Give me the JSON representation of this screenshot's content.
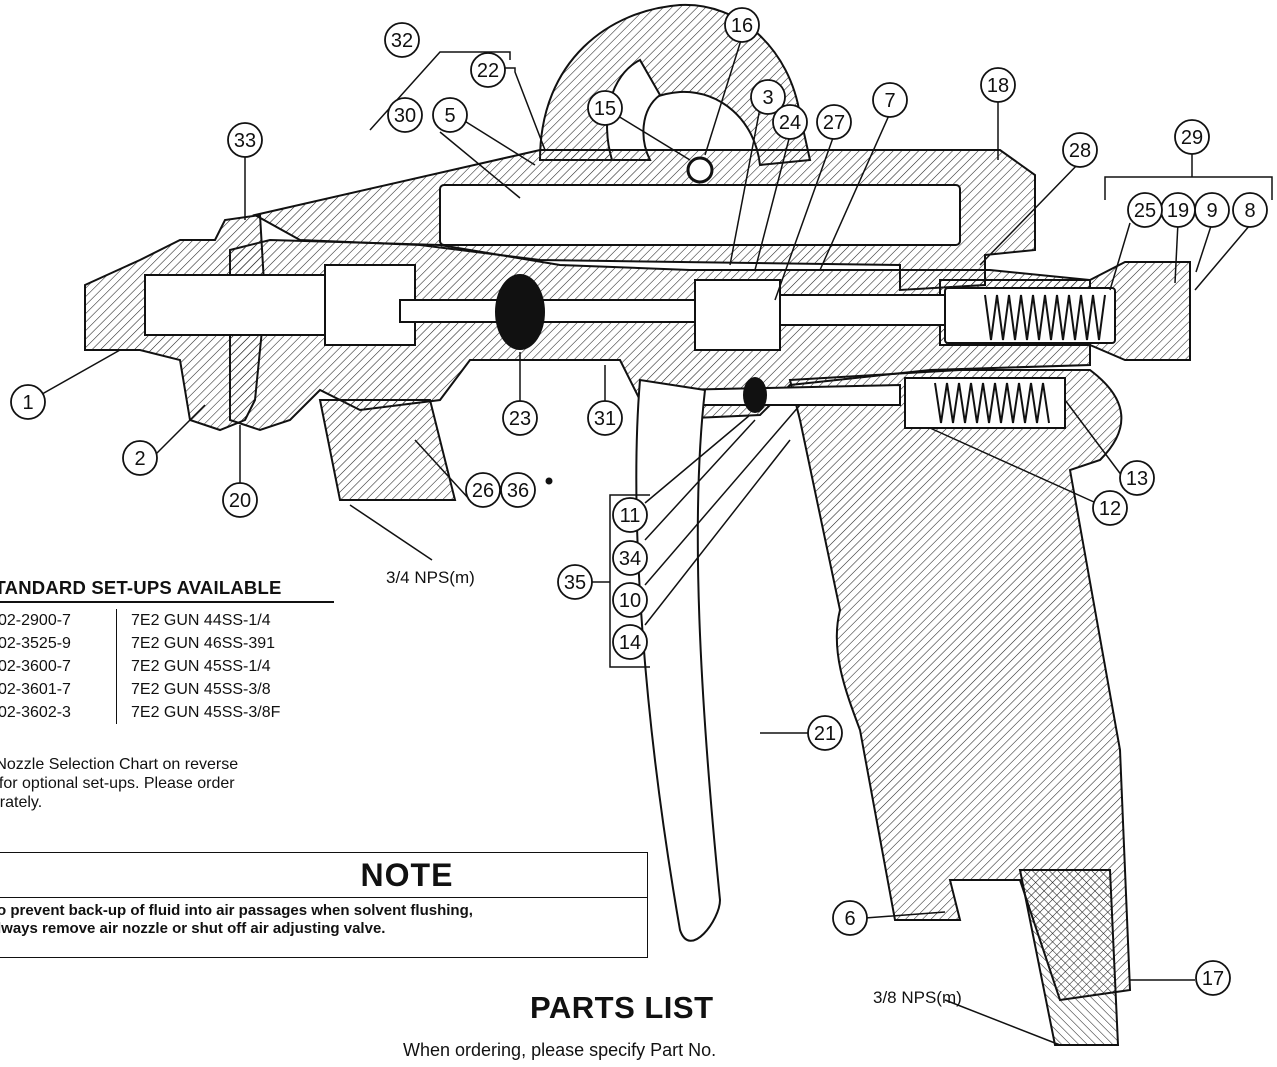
{
  "callouts": [
    "1",
    "2",
    "3",
    "5",
    "6",
    "7",
    "8",
    "9",
    "10",
    "11",
    "12",
    "13",
    "14",
    "15",
    "16",
    "17",
    "18",
    "19",
    "20",
    "21",
    "22",
    "23",
    "24",
    "25",
    "26",
    "27",
    "28",
    "29",
    "30",
    "31",
    "32",
    "33",
    "34",
    "35",
    "36"
  ],
  "thread_labels": {
    "air_inlet": "3/4 NPS(m)",
    "fluid_inlet": "3/8 NPS(m)"
  },
  "setups": {
    "title": "STANDARD SET-UPS AVAILABLE",
    "rows": [
      {
        "part_no": "02-2900-7",
        "description": "7E2 GUN 44SS-1/4"
      },
      {
        "part_no": "02-3525-9",
        "description": "7E2 GUN 46SS-391"
      },
      {
        "part_no": "02-3600-7",
        "description": "7E2 GUN 45SS-1/4"
      },
      {
        "part_no": "02-3601-7",
        "description": "7E2 GUN 45SS-3/8"
      },
      {
        "part_no": "02-3602-3",
        "description": "7E2 GUN 45SS-3/8F"
      }
    ],
    "note_lines": [
      "e Nozzle Selection Chart on reverse",
      "le for optional set-ups. Please order",
      "parately."
    ]
  },
  "note": {
    "title": "NOTE",
    "lines": [
      "o prevent back-up of fluid into air passages when solvent flushing,",
      "lways remove air nozzle or shut off air adjusting valve."
    ]
  },
  "parts_list": {
    "title": "PARTS LIST",
    "subtitle": "When ordering, please specify Part No."
  },
  "colors": {
    "ink": "#111111",
    "paper": "#ffffff"
  }
}
